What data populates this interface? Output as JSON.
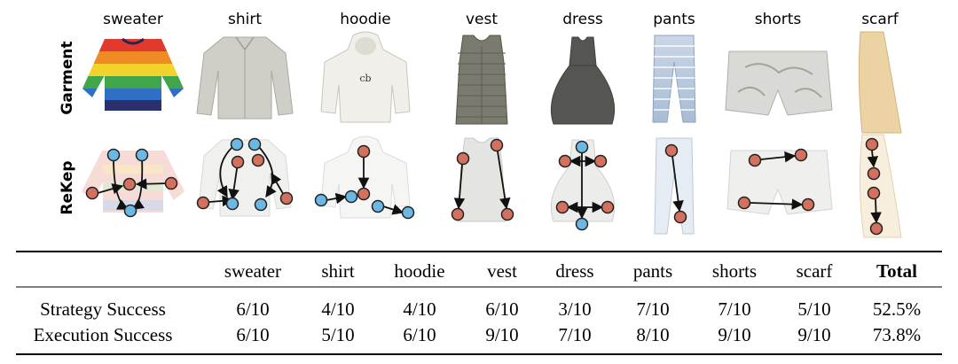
{
  "figure": {
    "row_labels": [
      "Garment",
      "ReKep"
    ],
    "garments": [
      {
        "name": "sweater",
        "image_name": "sweater-image"
      },
      {
        "name": "shirt",
        "image_name": "shirt-image"
      },
      {
        "name": "hoodie",
        "image_name": "hoodie-image"
      },
      {
        "name": "vest",
        "image_name": "vest-image"
      },
      {
        "name": "dress",
        "image_name": "dress-image"
      },
      {
        "name": "pants",
        "image_name": "pants-image"
      },
      {
        "name": "shorts",
        "image_name": "shorts-image"
      },
      {
        "name": "scarf",
        "image_name": "scarf-image"
      }
    ],
    "keypoint_colors": {
      "red": "#D4705E",
      "blue": "#6CB8E4",
      "outline": "#222222"
    }
  },
  "table": {
    "headers": [
      "",
      "sweater",
      "shirt",
      "hoodie",
      "vest",
      "dress",
      "pants",
      "shorts",
      "scarf",
      "Total"
    ],
    "rows": [
      {
        "label": "Strategy Success",
        "values": [
          "6/10",
          "4/10",
          "4/10",
          "6/10",
          "3/10",
          "7/10",
          "7/10",
          "5/10",
          "52.5%"
        ]
      },
      {
        "label": "Execution Success",
        "values": [
          "6/10",
          "5/10",
          "6/10",
          "9/10",
          "7/10",
          "8/10",
          "9/10",
          "9/10",
          "73.8%"
        ]
      }
    ]
  }
}
